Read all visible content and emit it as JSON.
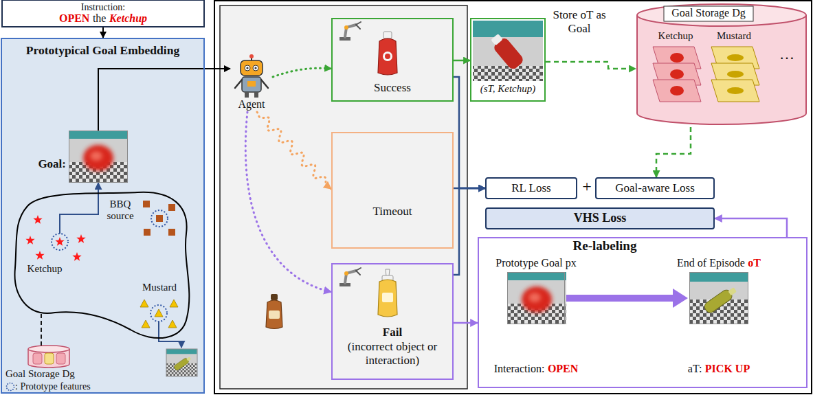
{
  "diagram": {
    "nodes": [
      {
        "text": [
          "Instruction:",
          "OPEN",
          "the",
          "Ketchup"
        ]
      },
      {
        "text": [
          "Prototypical Goal Embedding"
        ]
      },
      {
        "text": [
          "Goal:"
        ],
        "in": 1
      },
      {
        "text": [
          "Ketchup",
          "BBQ source",
          "Mustard"
        ],
        "in": 1
      },
      {
        "text": [
          "Goal Storage Dg"
        ],
        "in": 1
      },
      {
        "text": [
          "Agent"
        ]
      },
      {
        "text": [
          "Success"
        ]
      },
      {
        "text": [
          "Timeout"
        ]
      },
      {
        "text": [
          "Fail",
          "(incorrect object or interaction)"
        ]
      },
      {
        "text": [
          "(sT, Ketchup)"
        ]
      },
      {
        "text": [
          "Goal Storage Dg",
          "Ketchup",
          "Mustard",
          "…"
        ]
      },
      {
        "text": [
          "RL Loss"
        ]
      },
      {
        "text": [
          "Goal-aware Loss"
        ]
      },
      {
        "text": [
          "VHS Loss"
        ]
      },
      {
        "text": [
          "Re-labeling"
        ]
      },
      {
        "text": [
          "Prototype Goal px",
          "Interaction:",
          "OPEN"
        ],
        "in": 14
      },
      {
        "text": [
          "End of Episode",
          "oT",
          "aT:",
          "PICK UP"
        ],
        "in": 14
      }
    ],
    "edges": [
      {
        "from": 0,
        "to": 1,
        "arrow": "to"
      },
      {
        "from": 2,
        "to": 5,
        "arrow": "to"
      },
      {
        "from": 3,
        "to": 2,
        "arrow": "to"
      },
      {
        "from": 4,
        "to": 3,
        "arrow": "none"
      },
      {
        "from": 5,
        "to": 6,
        "arrow": "to"
      },
      {
        "from": 5,
        "to": 7,
        "arrow": "to"
      },
      {
        "from": 5,
        "to": 8,
        "arrow": "to"
      },
      {
        "from": 6,
        "to": 9,
        "arrow": "to"
      },
      {
        "from": 9,
        "to": 10,
        "arrow": "to",
        "label": "Store oT as Goal"
      },
      {
        "from": 10,
        "to": 12,
        "arrow": "to"
      },
      {
        "from": 6,
        "to": 11,
        "arrow": "to"
      },
      {
        "from": 7,
        "to": 11,
        "arrow": "to"
      },
      {
        "from": 8,
        "to": 11,
        "arrow": "to"
      },
      {
        "from": 8,
        "to": 14,
        "arrow": "to"
      },
      {
        "from": 14,
        "to": 13,
        "arrow": "to"
      },
      {
        "from": 15,
        "to": 16,
        "arrow": "to"
      }
    ],
    "labels": [
      "+"
    ],
    "legend": [
      {
        "text": ": Prototype features"
      }
    ]
  }
}
